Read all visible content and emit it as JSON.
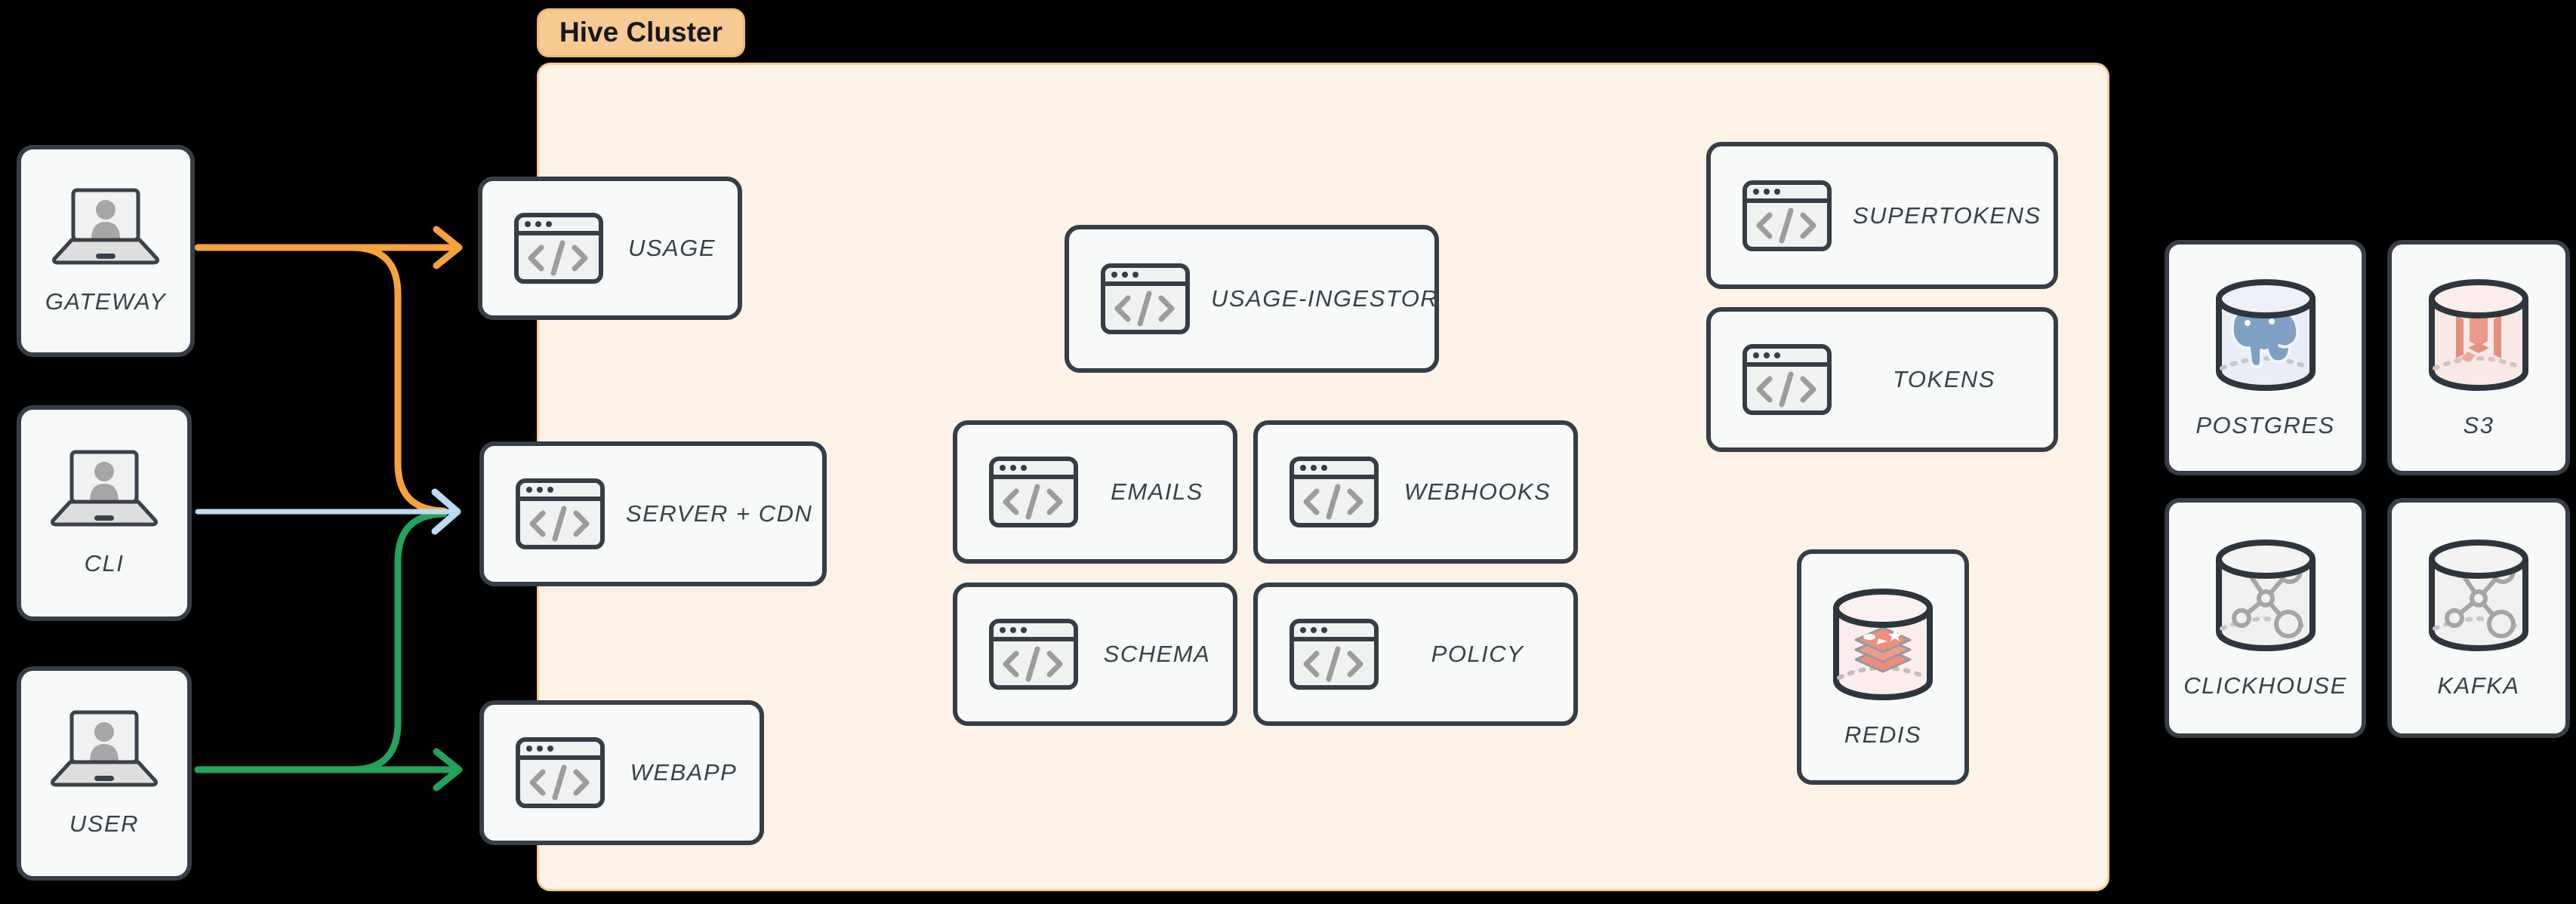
{
  "cluster": {
    "label": "Hive Cluster",
    "bg": "#FDF2E8",
    "border": "#F8CD96",
    "pill_bg": "#F6CA92"
  },
  "clients": [
    {
      "label": "GATEWAY"
    },
    {
      "label": "CLI"
    },
    {
      "label": "USER"
    }
  ],
  "services": [
    {
      "label": "USAGE"
    },
    {
      "label": "SERVER + CDN"
    },
    {
      "label": "WEBAPP"
    },
    {
      "label": "USAGE-INGESTOR"
    },
    {
      "label": "EMAILS"
    },
    {
      "label": "WEBHOOKS"
    },
    {
      "label": "SCHEMA"
    },
    {
      "label": "POLICY"
    },
    {
      "label": "SUPERTOKENS"
    },
    {
      "label": "TOKENS"
    }
  ],
  "datastores": [
    {
      "label": "REDIS"
    },
    {
      "label": "POSTGRES"
    },
    {
      "label": "S3"
    },
    {
      "label": "CLICKHOUSE"
    },
    {
      "label": "KAFKA"
    }
  ],
  "edges": [
    {
      "from": "GATEWAY",
      "to": "USAGE",
      "color": "orange"
    },
    {
      "from": "GATEWAY",
      "to": "SERVER + CDN",
      "color": "orange"
    },
    {
      "from": "CLI",
      "to": "SERVER + CDN",
      "color": "blue"
    },
    {
      "from": "USER",
      "to": "SERVER + CDN",
      "color": "green"
    },
    {
      "from": "USER",
      "to": "WEBAPP",
      "color": "green"
    }
  ],
  "colors": {
    "arrow_orange": "#F6A33C",
    "arrow_blue": "#BDDAF3",
    "arrow_green": "#23A25B",
    "box_border": "#363D45",
    "box_bg": "#F8FAFA",
    "label": "#3A4149",
    "page_bg": "#000000"
  }
}
